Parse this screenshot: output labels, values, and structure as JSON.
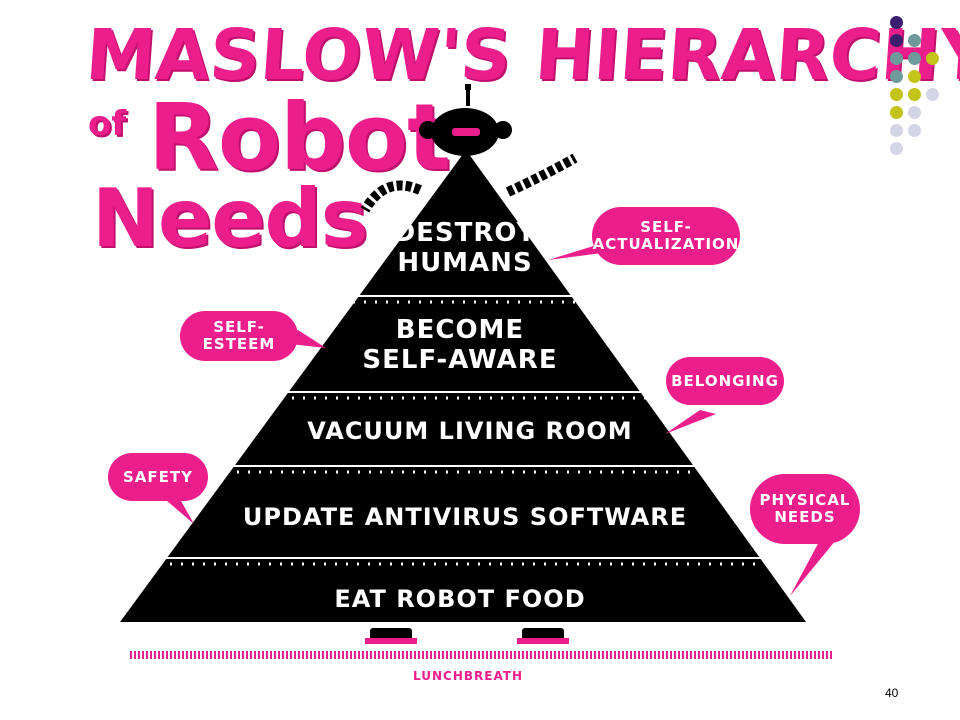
{
  "title": {
    "line1": "MASLOW'S HIERARCHY",
    "line2_prefix": "of",
    "line2_main": "Robot",
    "line3": "Needs"
  },
  "pyramid": {
    "tiers": [
      {
        "line1": "DESTROY",
        "line2": "HUMANS"
      },
      {
        "line1": "BECOME",
        "line2": "SELF-AWARE"
      },
      {
        "line1": "VACUUM LIVING ROOM",
        "line2": ""
      },
      {
        "line1": "UPDATE ANTIVIRUS SOFTWARE",
        "line2": ""
      },
      {
        "line1": "EAT ROBOT FOOD",
        "line2": ""
      }
    ]
  },
  "callouts": {
    "self_actualization": {
      "line1": "SELF-",
      "line2": "ACTUALIZATION"
    },
    "self_esteem": {
      "line1": "SELF-",
      "line2": "ESTEEM"
    },
    "belonging": {
      "line1": "BELONGING",
      "line2": ""
    },
    "safety": {
      "line1": "SAFETY",
      "line2": ""
    },
    "physical_needs": {
      "line1": "PHYSICAL",
      "line2": "NEEDS"
    }
  },
  "credit": "LUNCHBREATH",
  "slide_number": "40",
  "colors": {
    "accent": "#ec1e8c",
    "pyramid": "#000000",
    "dot_purple": "#3b1e6e",
    "dot_teal": "#6f9a9c",
    "dot_olive": "#c3c31a",
    "dot_lavender": "#d5d5e8"
  },
  "decor_dots": [
    [
      "dot_purple"
    ],
    [
      "dot_purple",
      "dot_teal"
    ],
    [
      "dot_teal",
      "dot_teal",
      "dot_olive"
    ],
    [
      "dot_teal",
      "dot_olive"
    ],
    [
      "dot_olive",
      "dot_olive",
      "dot_lavender"
    ],
    [
      "dot_olive",
      "dot_lavender"
    ],
    [
      "dot_lavender",
      "dot_lavender"
    ],
    [
      "dot_lavender"
    ]
  ]
}
